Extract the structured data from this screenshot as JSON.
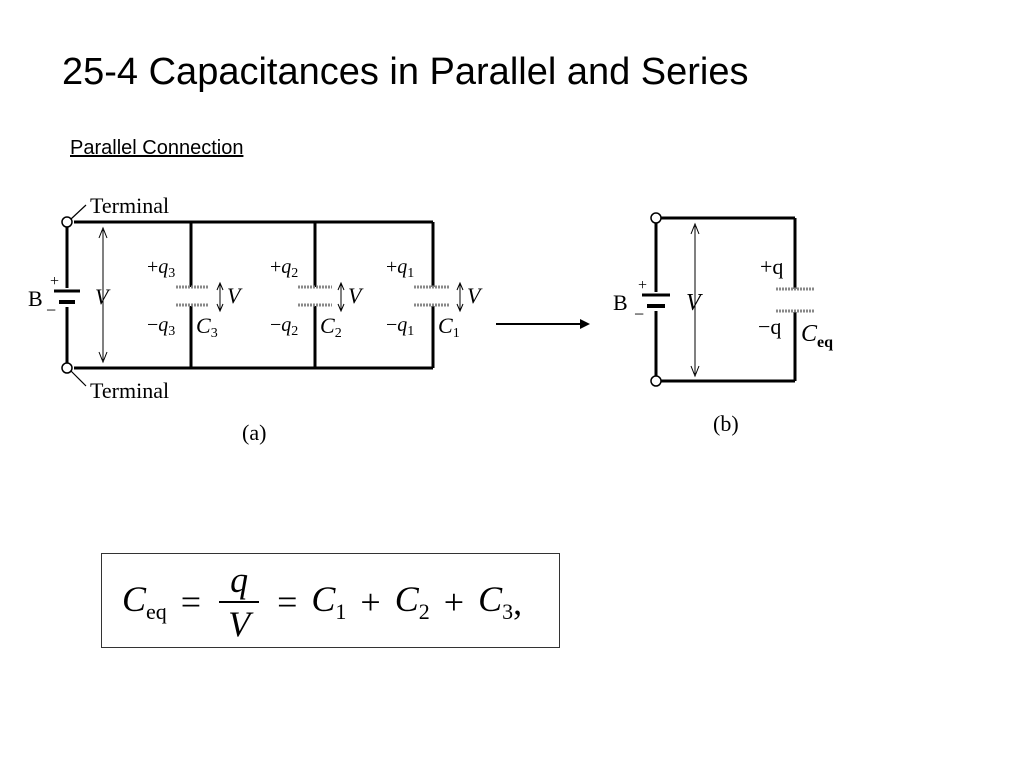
{
  "title": "25-4 Capacitances in Parallel and Series",
  "subheading": "Parallel Connection",
  "figure_a": {
    "terminal_top": "Terminal",
    "terminal_bottom": "Terminal",
    "battery": "B",
    "plus": "+",
    "minus": "−",
    "voltage": "V",
    "caption": "(a)",
    "capacitors": [
      {
        "q": "q",
        "index": "3",
        "name": "C",
        "plus": "+",
        "minus": "−"
      },
      {
        "q": "q",
        "index": "2",
        "name": "C",
        "plus": "+",
        "minus": "−"
      },
      {
        "q": "q",
        "index": "1",
        "name": "C",
        "plus": "+",
        "minus": "−"
      }
    ]
  },
  "figure_b": {
    "battery": "B",
    "plus": "+",
    "minus": "−",
    "voltage": "V",
    "charge_plus": "+q",
    "charge_minus": "−q",
    "cap_name": "C",
    "cap_sub": "eq",
    "caption": "(b)"
  },
  "equation": {
    "lhs": "C",
    "lhs_sub": "eq",
    "equals": "=",
    "numerator": "q",
    "denominator": "V",
    "terms": [
      {
        "name": "C",
        "sub": "1"
      },
      {
        "name": "C",
        "sub": "2"
      },
      {
        "name": "C",
        "sub": "3"
      }
    ],
    "plus": "+",
    "trailing": ","
  }
}
